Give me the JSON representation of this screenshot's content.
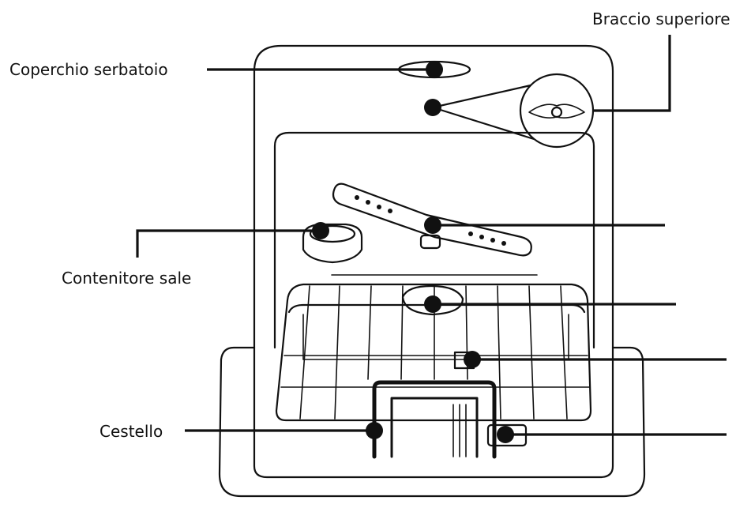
{
  "labels": {
    "upper_arm": "Braccio superiore",
    "tank_cap": "Coperchio serbatoio",
    "salt_container": "Contenitore sale",
    "basket": "Cestello"
  },
  "colors": {
    "line": "#111111",
    "background": "#ffffff"
  }
}
